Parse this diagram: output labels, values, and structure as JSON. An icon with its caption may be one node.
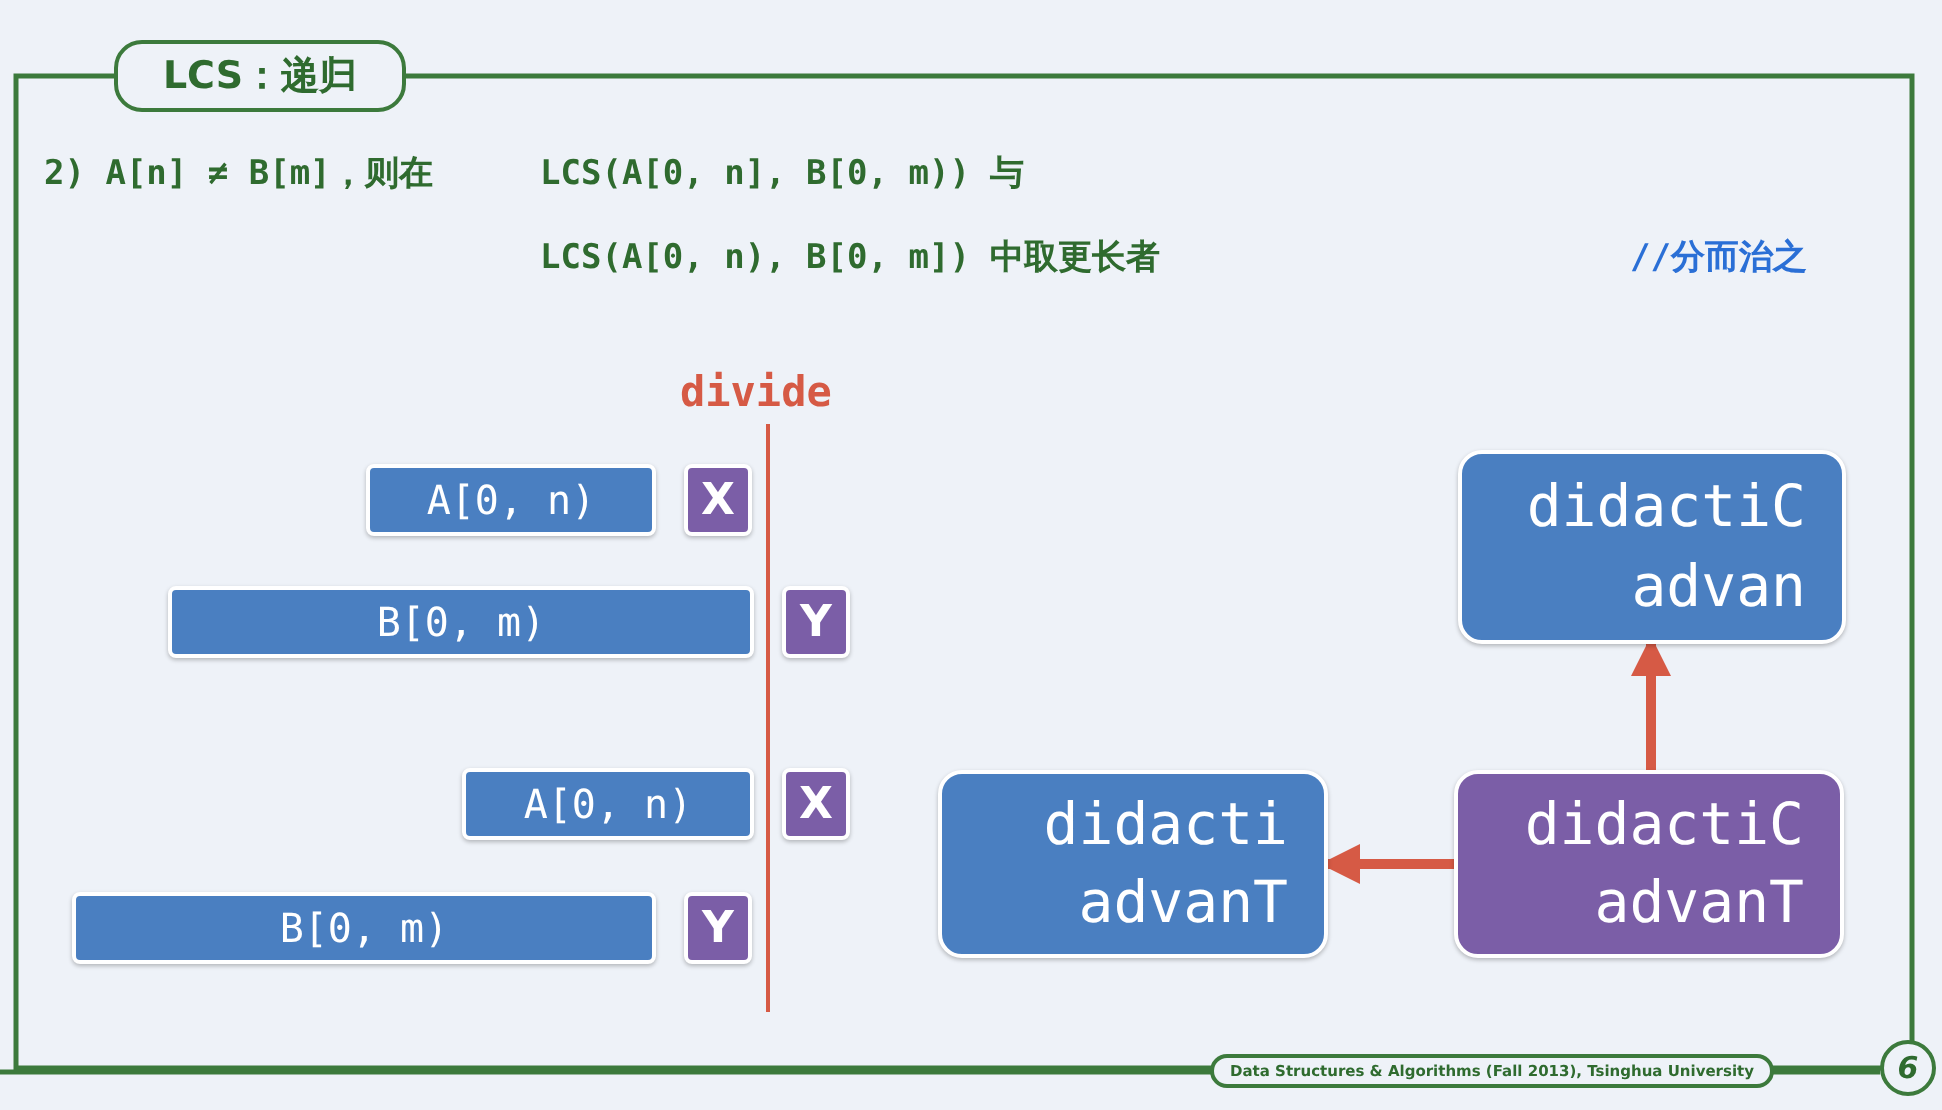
{
  "diagram": {
    "title": "LCS：递归",
    "nodes": [
      {
        "text": [
          "A[0, n)"
        ]
      },
      {
        "text": [
          "X"
        ]
      },
      {
        "text": [
          "B[0, m)"
        ]
      },
      {
        "text": [
          "Y"
        ]
      },
      {
        "text": [
          "A[0, n)"
        ]
      },
      {
        "text": [
          "X"
        ]
      },
      {
        "text": [
          "B[0, m)"
        ]
      },
      {
        "text": [
          "Y"
        ]
      },
      {
        "text": [
          "didactiC advan"
        ]
      },
      {
        "text": [
          "didacti advanT"
        ]
      },
      {
        "text": [
          "didactiC advanT"
        ]
      }
    ],
    "edges": [
      {
        "from": 10,
        "to": 9,
        "arrow": "to"
      },
      {
        "from": 10,
        "to": 8,
        "arrow": "to"
      }
    ],
    "labels": [
      "2) A[n] ≠ B[m]，则在",
      "LCS(A[0, n], B[0, m)) 与",
      "LCS(A[0, n), B[0, m]) 中取更长者",
      "//分而治之",
      "divide",
      "Data Structures & Algorithms (Fall 2013), Tsinghua University",
      "6"
    ]
  }
}
